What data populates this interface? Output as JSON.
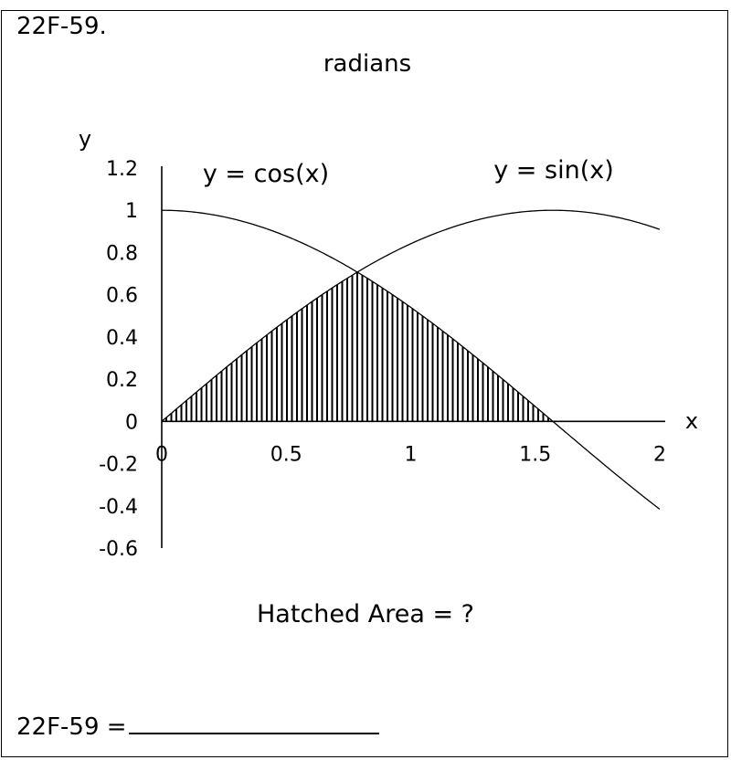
{
  "problem": {
    "id": "22F-59.",
    "question": "Hatched Area = ?",
    "answer_label": "22F-59 ="
  },
  "chart_data": {
    "type": "line",
    "title": "radians",
    "xlabel": "x",
    "ylabel": "y",
    "xlim": [
      0,
      2
    ],
    "ylim": [
      -0.6,
      1.2
    ],
    "x_ticks": [
      0,
      0.5,
      1,
      1.5,
      2
    ],
    "x_tick_labels": [
      "0",
      "0.5",
      "1",
      "1.5",
      "2"
    ],
    "y_ticks": [
      1.2,
      1,
      0.8,
      0.6,
      0.4,
      0.2,
      0,
      -0.2,
      -0.4,
      -0.6
    ],
    "y_tick_labels": [
      "1.2",
      "1",
      "0.8",
      "0.6",
      "0.4",
      "0.2",
      "0",
      "-0.2",
      "-0.4",
      "-0.6"
    ],
    "grid": false,
    "series": [
      {
        "name": "y = cos(x)",
        "x": [
          0,
          0.25,
          0.5,
          0.75,
          1,
          1.25,
          1.5,
          1.75,
          2
        ],
        "y": [
          1,
          0.969,
          0.878,
          0.732,
          0.54,
          0.315,
          0.071,
          -0.178,
          -0.416
        ]
      },
      {
        "name": "y = sin(x)",
        "x": [
          0,
          0.25,
          0.5,
          0.75,
          1,
          1.25,
          1.5,
          1.75,
          2
        ],
        "y": [
          0,
          0.247,
          0.479,
          0.682,
          0.841,
          0.949,
          0.997,
          0.984,
          0.909
        ]
      }
    ],
    "annotations": [
      {
        "text": "y = cos(x)"
      },
      {
        "text": "y = sin(x)"
      }
    ],
    "hatched_region": {
      "description": "between x-axis and min(sin(x), cos(x)) from 0 to π/2",
      "x_start": 0,
      "x_end": 1.5708
    }
  }
}
